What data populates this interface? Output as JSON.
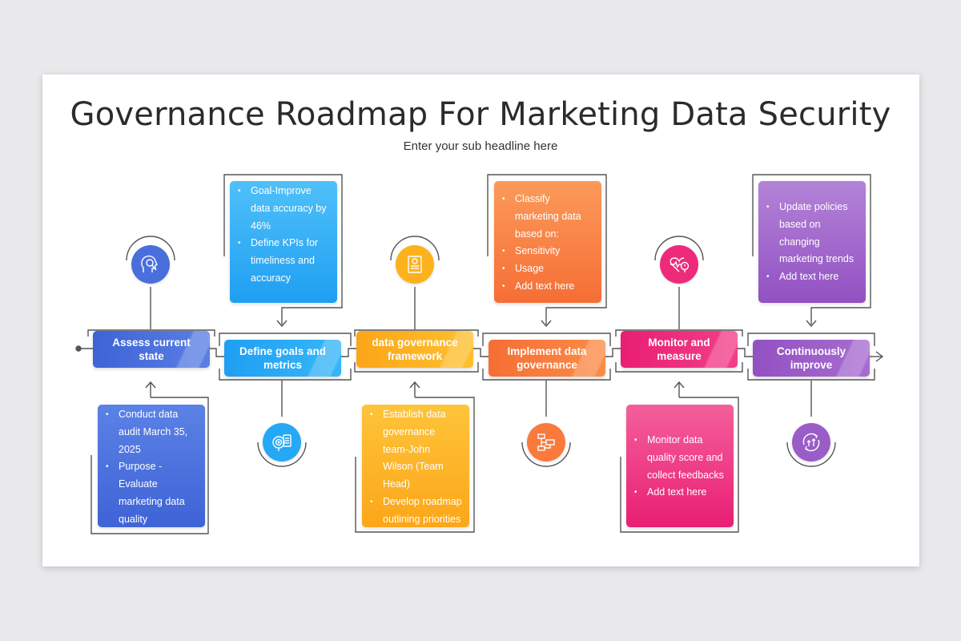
{
  "title": "Governance Roadmap For Marketing Data Security",
  "subtitle": "Enter your sub headline here",
  "colors": {
    "blue": "#4a6fdc",
    "sky": "#25a8f5",
    "amber": "#fdb21d",
    "orange": "#f97a3c",
    "pink": "#ee2a7b",
    "purple": "#9a5cc6"
  },
  "steps": [
    {
      "label": "Assess current state",
      "color": "#4a6fdc"
    },
    {
      "label": "Define goals and metrics",
      "color": "#25a8f5"
    },
    {
      "label": "data governance framework",
      "color": "#fdb21d"
    },
    {
      "label": "Implement data governance",
      "color": "#f97a3c"
    },
    {
      "label": "Monitor and measure",
      "color": "#ee2a7b"
    },
    {
      "label": "Continuously improve",
      "color": "#9a5cc6"
    }
  ],
  "notes": [
    {
      "bullets": [
        "Conduct data audit March 35, 2025",
        "Purpose - Evaluate marketing data quality"
      ]
    },
    {
      "bullets": [
        "Goal-Improve data accuracy by 46%",
        "Define KPIs for timeliness and accuracy"
      ]
    },
    {
      "bullets": [
        "Establish data governance team-John Wilson (Team Head)",
        "Develop roadmap outlining priorities"
      ]
    },
    {
      "bullets": [
        "Classify marketing data based on:",
        "Sensitivity",
        "Usage",
        "Add text here"
      ]
    },
    {
      "bullets": [
        "Monitor data quality score and collect feedbacks",
        "Add text here"
      ]
    },
    {
      "bullets": [
        "Update policies based on changing marketing trends",
        "Add text here"
      ]
    }
  ],
  "icons": [
    "search-person-icon",
    "target-document-icon",
    "certificate-icon",
    "flowchart-icon",
    "heart-monitor-icon",
    "cycle-up-icon"
  ]
}
